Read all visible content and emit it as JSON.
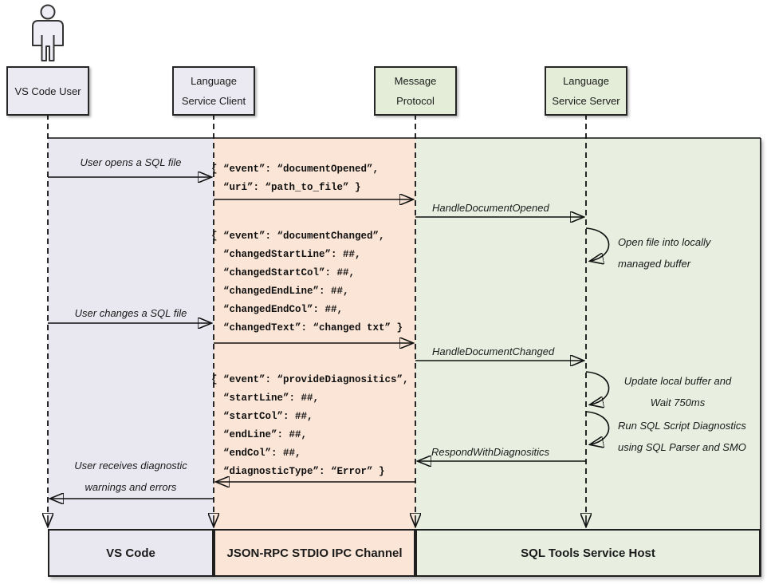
{
  "actors": [
    {
      "lines": [
        "VS Code User"
      ]
    },
    {
      "lines": [
        "Language",
        "Service Client"
      ]
    },
    {
      "lines": [
        "Message",
        "Protocol"
      ]
    },
    {
      "lines": [
        "Language",
        "Service Server"
      ]
    }
  ],
  "labels": {
    "open_file": "User opens a SQL file",
    "handle_document_opened": "HandleDocumentOpened",
    "open_locally_1": "Open file into locally",
    "open_locally_2": "managed buffer",
    "change_file": "User changes a SQL file",
    "handle_document_changed": "HandleDocumentChanged",
    "update_buffer_1": "Update local buffer and",
    "update_buffer_2": "Wait 750ms",
    "run_diagnostics_1": "Run SQL Script Diagnostics",
    "run_diagnostics_2": "using SQL Parser and SMO",
    "respond_with_diagnostics": "RespondWithDiagnositics",
    "receive_1": "User receives diagnostic",
    "receive_2": "warnings and errors"
  },
  "payloads": {
    "document_opened": [
      "{ “event”: “documentOpened”,",
      "  “uri”: “path_to_file” }"
    ],
    "document_changed": [
      "{ “event”: “documentChanged”,",
      "  “changedStartLine”: ##,",
      "  “changedStartCol”: ##,",
      "  “changedEndLine”: ##,",
      "  “changedEndCol”: ##,",
      "  “changedText”: “changed txt” }"
    ],
    "provide_diagnostics": [
      "{ “event”: “provideDiagnositics”,",
      "  “startLine”: ##,",
      "  “startCol”: ##,",
      "  “endLine”: ##,",
      "  “endCol”: ##,",
      "  “diagnosticType”: “Error” }"
    ]
  },
  "footers": [
    "VS Code",
    "JSON-RPC STDIO IPC Channel",
    "SQL Tools Service Host"
  ],
  "colors": {
    "lane_user": "#E9E8F1",
    "lane_channel": "#FBE5D6",
    "lane_host": "#E8EFE0",
    "box_purple": "#EBEAF2",
    "box_green": "#E4EDD8",
    "line": "#111111"
  }
}
